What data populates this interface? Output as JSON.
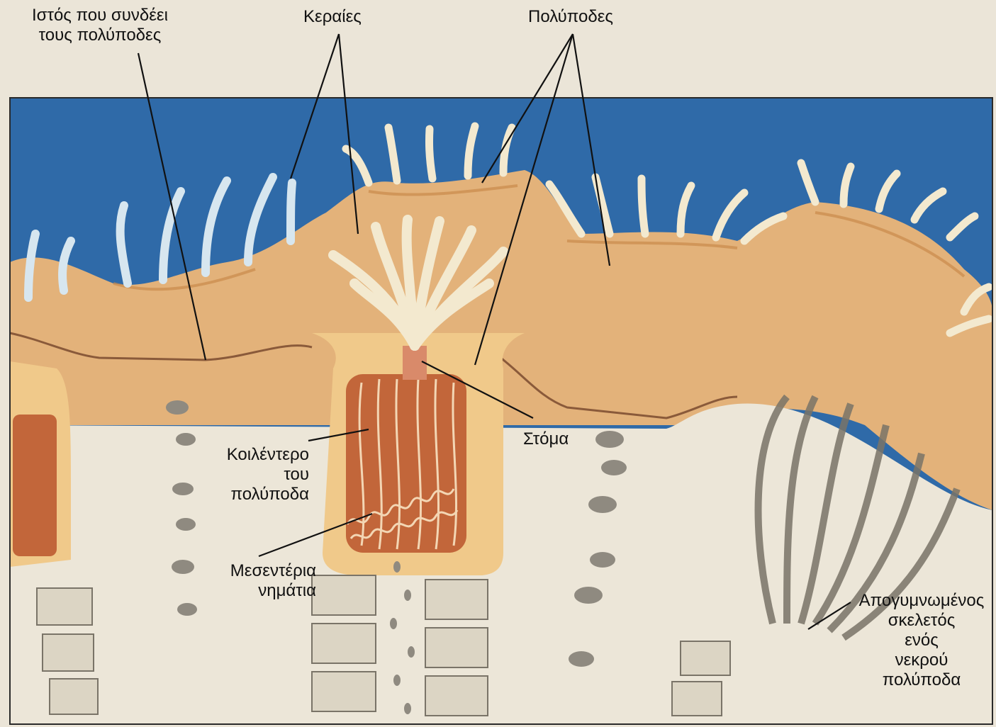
{
  "labels": {
    "connecting_tissue": [
      "Ιστός που συνδέει",
      "τους πολύποδες"
    ],
    "tentacles": "Κεραίες",
    "polyps": "Πολύποδες",
    "mouth": "Στόμα",
    "coelenteron": [
      "Κοιλέντερο",
      "του",
      "πολύποδα"
    ],
    "mesenterial_filaments": [
      "Μεσεντέρια",
      "νημάτια"
    ],
    "dead_skeleton": [
      "Απογυμνωμένος",
      "σκελετός",
      "ενός",
      "νεκρού",
      "πολύποδα"
    ]
  },
  "colors": {
    "sea": "#2f6aa8",
    "tissue": "#e3b27a",
    "tissue_dark": "#c98a4c",
    "skeleton": "#ece6d8",
    "gastro": "#c2663a",
    "tentacle": "#f3e9cf",
    "tentacle_blue": "#d7e6ef",
    "label_line": "#111111"
  }
}
